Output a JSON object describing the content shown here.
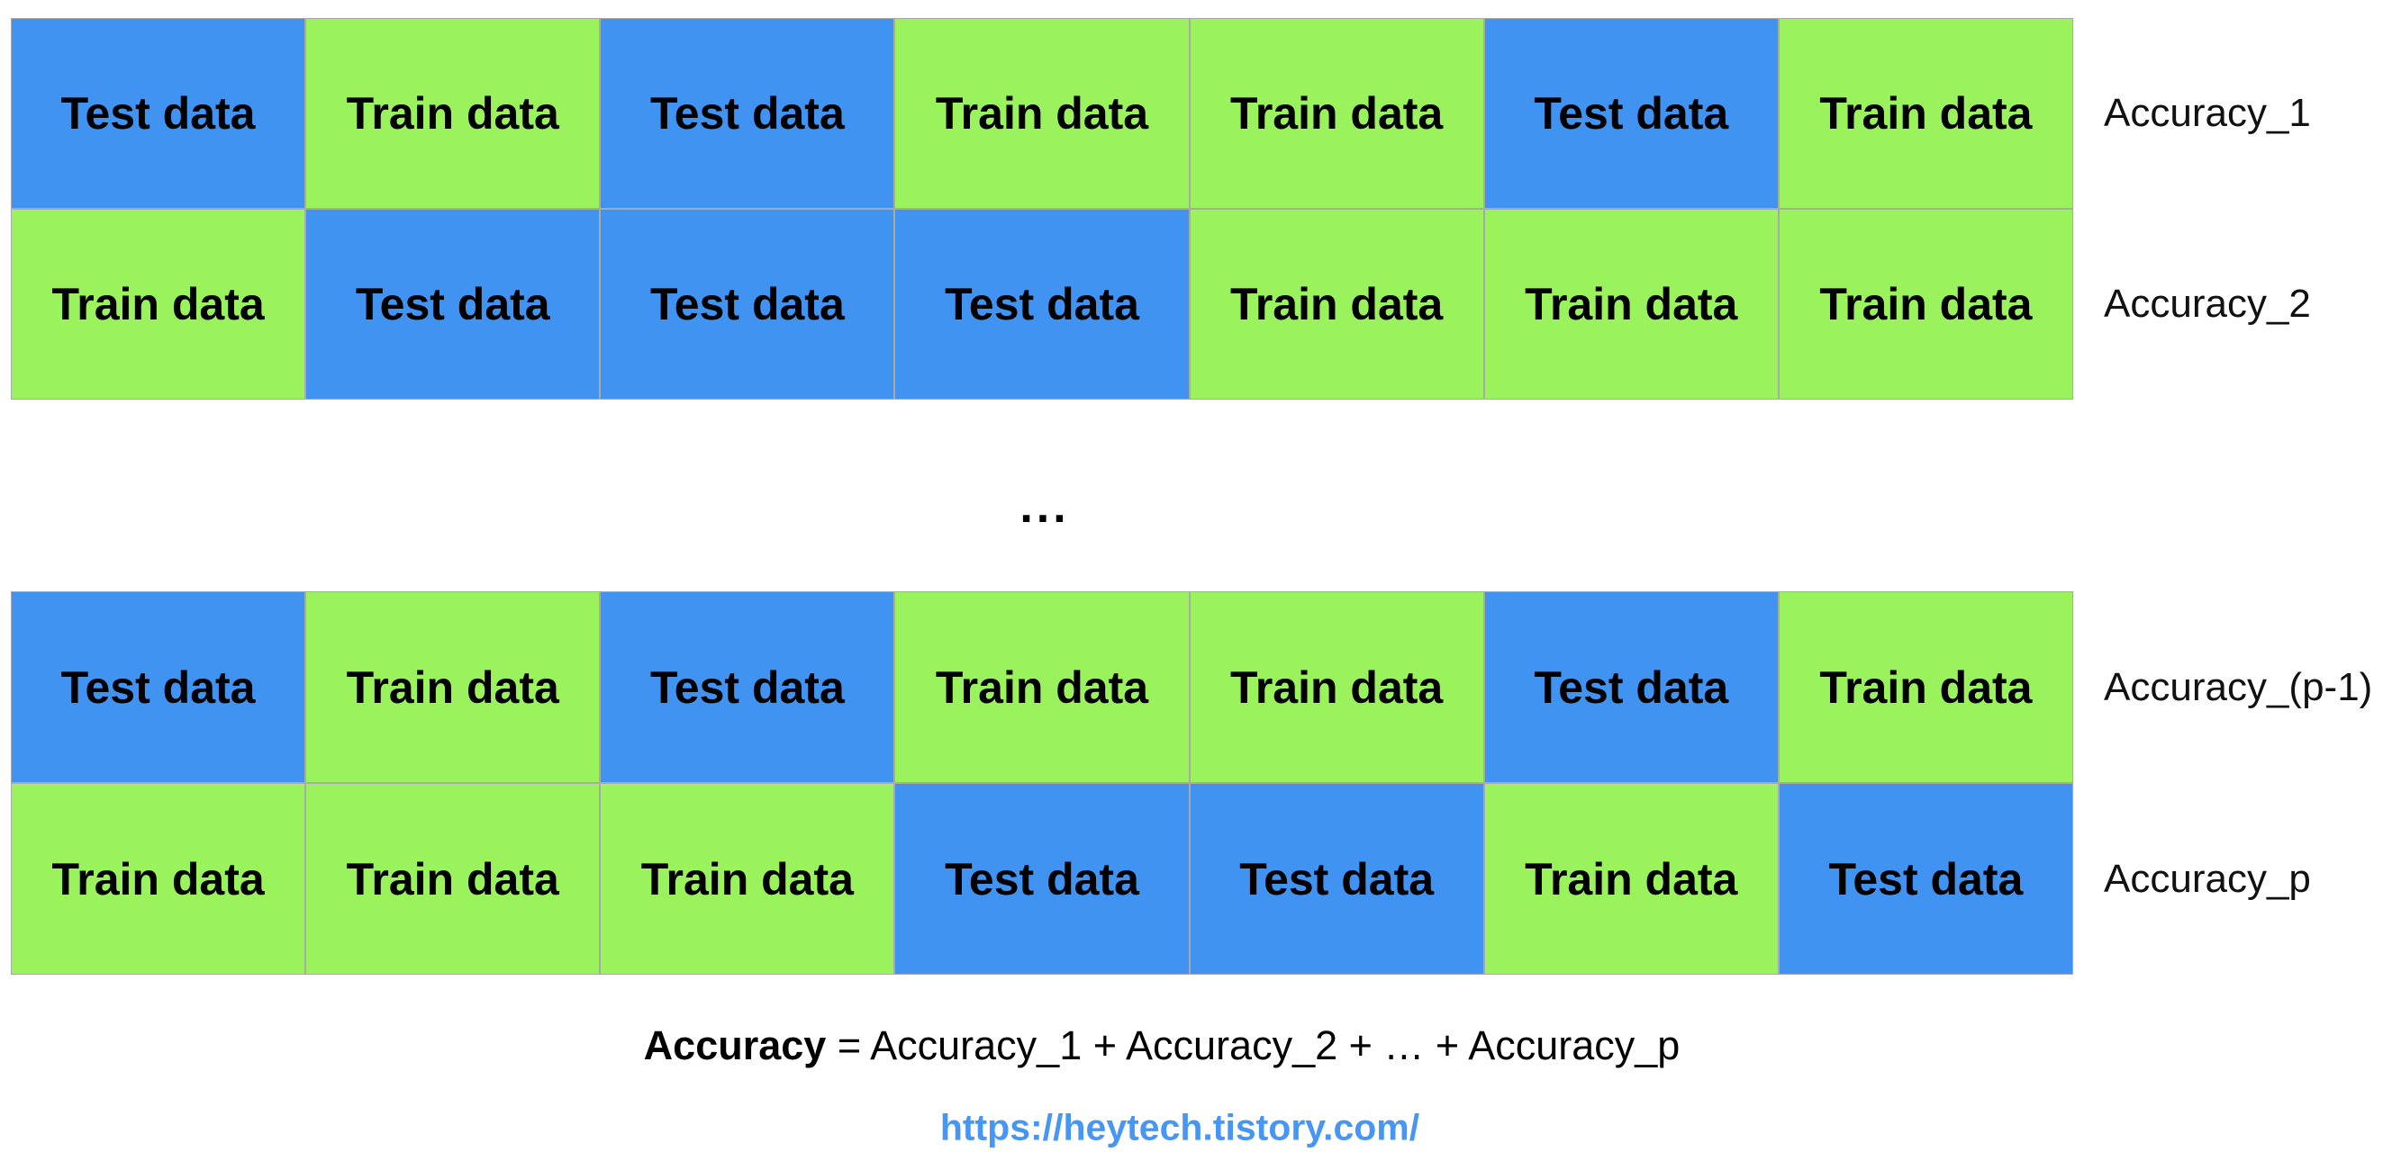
{
  "page": {
    "background": "#ffffff"
  },
  "colors": {
    "test_fill": "#4193F2",
    "train_fill": "#9AF25D",
    "cell_border": "#a9a9a9",
    "link_color": "#4796F3",
    "text_color": "#000000"
  },
  "cell_types": {
    "test": "Test data",
    "train": "Train data"
  },
  "blocks": [
    {
      "name": "top-block",
      "rows": [
        {
          "label": "Accuracy_1",
          "cells": [
            "test",
            "train",
            "test",
            "train",
            "train",
            "test",
            "train"
          ]
        },
        {
          "label": "Accuracy_2",
          "cells": [
            "train",
            "test",
            "test",
            "test",
            "train",
            "train",
            "train"
          ]
        }
      ]
    },
    {
      "name": "bottom-block",
      "rows": [
        {
          "label": "Accuracy_(p-1)",
          "cells": [
            "test",
            "train",
            "test",
            "train",
            "train",
            "test",
            "train"
          ]
        },
        {
          "label": "Accuracy_p",
          "cells": [
            "train",
            "train",
            "train",
            "test",
            "test",
            "train",
            "test"
          ]
        }
      ]
    }
  ],
  "ellipsis": "...",
  "formula": {
    "lhs": "Accuracy",
    "rhs": " = Accuracy_1 + Accuracy_2 + … + Accuracy_p"
  },
  "link": {
    "text": "https://heytech.tistory.com/"
  }
}
